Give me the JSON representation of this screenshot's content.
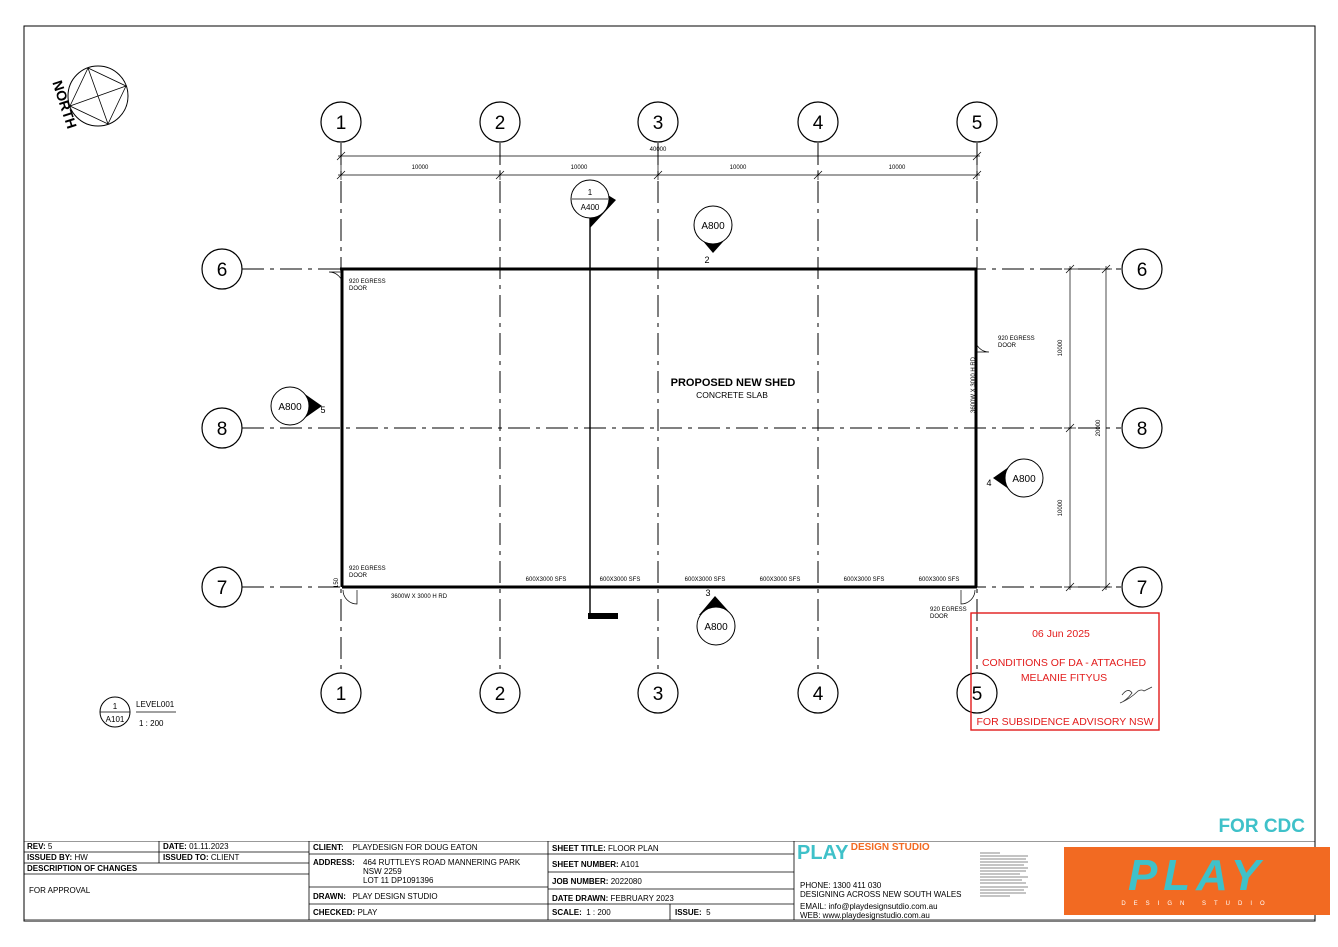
{
  "drawing": {
    "north_label": "NORTH",
    "grid_cols": [
      "1",
      "2",
      "3",
      "4",
      "5"
    ],
    "grid_rows": [
      "6",
      "8",
      "7"
    ],
    "dims": {
      "overall_top": "40000",
      "bays": [
        "10000",
        "10000",
        "10000",
        "10000"
      ],
      "right_upper": "10000",
      "right_lower": "10000",
      "right_overall": "20000"
    },
    "section_tags": [
      {
        "sheet": "A800",
        "num": "2"
      },
      {
        "sheet": "A800",
        "num": "5"
      },
      {
        "sheet": "A800",
        "num": "4"
      },
      {
        "sheet": "A800",
        "num": "3"
      }
    ],
    "section_cut": {
      "num": "1",
      "sheet": "A400"
    },
    "shed_title": "PROPOSED NEW SHED",
    "shed_subtitle": "CONCRETE SLAB",
    "door_labels": [
      "920 EGRESS",
      "DOOR"
    ],
    "roller_door_right": "3600W X 3000 H RD",
    "roller_door_bottom": "3600W X 3000 H RD",
    "sfs_label": "600X3000 SFS",
    "small_dim": "150",
    "view_tag": {
      "num": "1",
      "sheet": "A101",
      "name": "LEVEL001",
      "scale": "1 : 200"
    }
  },
  "stamp": {
    "date": "06 Jun 2025",
    "line1": "CONDITIONS OF DA - ATTACHED",
    "line2": "MELANIE FITYUS",
    "footer": "FOR SUBSIDENCE ADVISORY NSW",
    "color": "#e21b1b"
  },
  "status_label": "FOR CDC",
  "title_block": {
    "rev_label": "REV:",
    "rev": "5",
    "date_label": "DATE:",
    "date": "01.11.2023",
    "issued_by_label": "ISSUED BY:",
    "issued_by": "HW",
    "issued_to_label": "ISSUED TO:",
    "issued_to": "CLIENT",
    "desc_label": "DESCRIPTION OF CHANGES",
    "desc": "FOR APPROVAL",
    "client_label": "CLIENT:",
    "client": "PLAYDESIGN FOR DOUG EATON",
    "address_label": "ADDRESS:",
    "address_1": "464 RUTTLEYS ROAD MANNERING PARK",
    "address_2": "NSW  2259",
    "address_3": "LOT 11 DP1091396",
    "drawn_label": "DRAWN:",
    "drawn": "PLAY DESIGN STUDIO",
    "checked_label": "CHECKED:",
    "checked": "PLAY",
    "sheet_title_label": "SHEET TITLE:",
    "sheet_title": "FLOOR PLAN",
    "sheet_number_label": "SHEET NUMBER:",
    "sheet_number": "A101",
    "job_number_label": "JOB NUMBER:",
    "job_number": "2022080",
    "date_drawn_label": "DATE DRAWN:",
    "date_drawn": "FEBRUARY 2023",
    "scale_label": "SCALE:",
    "scale": "1 : 200",
    "issue_label": "ISSUE:",
    "issue": "5",
    "brand_play": "PLAY",
    "brand_studio": "DESIGN STUDIO",
    "phone": "PHONE: 1300 411 030",
    "tagline": "DESIGNING ACROSS NEW SOUTH WALES",
    "email": "EMAIL: info@playdesignsutdio.com.au",
    "web": "WEB: www.playdesignstudio.com.au",
    "logo_text": "PLAY",
    "logo_sub": "DESIGN STUDIO",
    "brand_color": "#f26a22",
    "accent_color": "#3fc1c9"
  }
}
